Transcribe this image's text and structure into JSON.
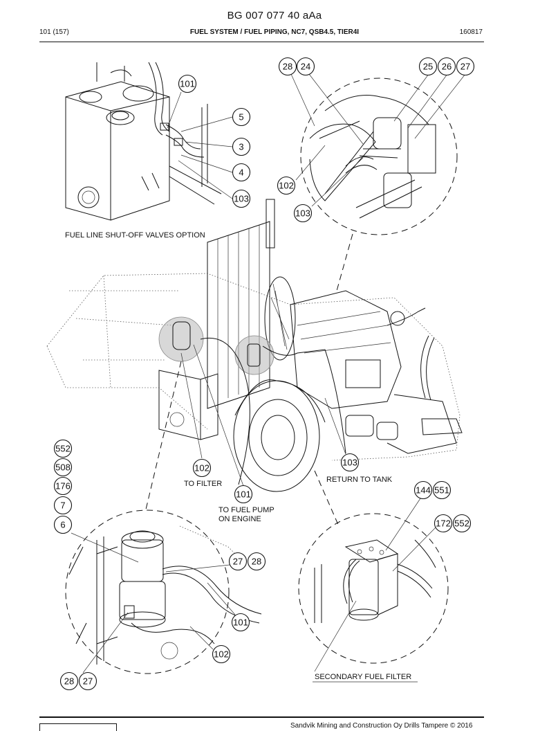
{
  "header": {
    "doc_id": "BG 007 077 40 aAa",
    "page": "101 (157)",
    "title": "FUEL SYSTEM / FUEL PIPING, NC7, QSB4.5, TIER4I",
    "date_code": "160817"
  },
  "labels": {
    "shutoff": "FUEL LINE SHUT-OFF VALVES OPTION",
    "to_filter": "TO FILTER",
    "to_pump_1": "TO FUEL PUMP",
    "to_pump_2": "ON ENGINE",
    "return": "RETURN TO TANK",
    "secondary": "SECONDARY FUEL FILTER"
  },
  "callouts": {
    "tl_101": "101",
    "tl_5": "5",
    "tl_3": "3",
    "tl_4": "4",
    "tl_103": "103",
    "tr_28": "28",
    "tr_24": "24",
    "tr_25": "25",
    "tr_26": "26",
    "tr_27": "27",
    "tr_102": "102",
    "tr_103": "103",
    "m_102": "102",
    "m_101": "101",
    "m_103": "103",
    "l_552": "552",
    "l_508": "508",
    "l_176": "176",
    "l_7": "7",
    "l_6": "6",
    "bl_27": "27",
    "bl_28": "28",
    "bl_101": "101",
    "bl_102": "102",
    "bl_28b": "28",
    "bl_27b": "27",
    "br_144": "144",
    "br_551": "551",
    "br_172": "172",
    "br_552": "552"
  },
  "footer": {
    "copyright": "Sandvik Mining and Construction Oy Drills Tampere © 2016"
  }
}
